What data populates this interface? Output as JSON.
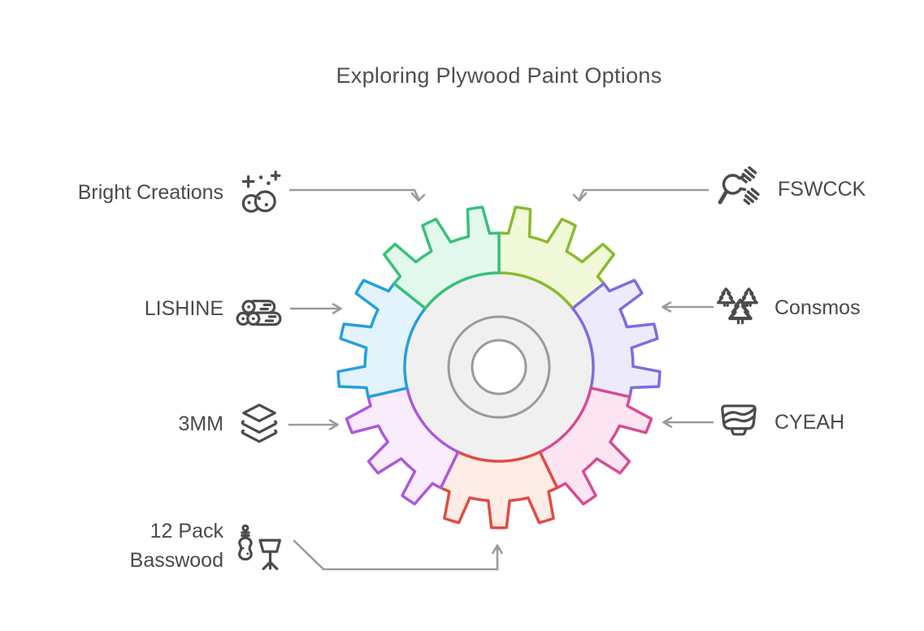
{
  "title": "Exploring Plywood Paint Options",
  "diagram": {
    "connector_color": "#9b9b9b",
    "icon_color": "#4b4b4b",
    "hub": {
      "disc_color": "#f0f0f0",
      "ring_color": "#9b9b9b",
      "hole_color": "#ffffff"
    },
    "brands": [
      {
        "name": "Bright Creations",
        "icon": "sparkles-cloud-icon",
        "stroke": "#36c17b",
        "fill": "#e3f8ec"
      },
      {
        "name": "FSWCCK",
        "icon": "wrench-screws-icon",
        "stroke": "#8aba2e",
        "fill": "#f1f9d8"
      },
      {
        "name": "LISHINE",
        "icon": "logs-icon",
        "stroke": "#259fdd",
        "fill": "#e3f3fb"
      },
      {
        "name": "Consmos",
        "icon": "pine-trees-icon",
        "stroke": "#7d6ce2",
        "fill": "#edebfb"
      },
      {
        "name": "3MM",
        "icon": "layers-icon",
        "stroke": "#ad58dd",
        "fill": "#f8ecfd"
      },
      {
        "name": "CYEAH",
        "icon": "wooden-bowl-icon",
        "stroke": "#d84b94",
        "fill": "#fce5f1"
      },
      {
        "name": "12 Pack Basswood",
        "icon": "violin-stand-icon",
        "stroke": "#e04b44",
        "fill": "#fdebe5"
      }
    ],
    "segment_order_clockwise_from_top": [
      "FSWCCK",
      "Consmos",
      "CYEAH",
      "12 Pack Basswood",
      "3MM",
      "LISHINE",
      "Bright Creations"
    ],
    "gear_teeth_per_segment": 3
  }
}
